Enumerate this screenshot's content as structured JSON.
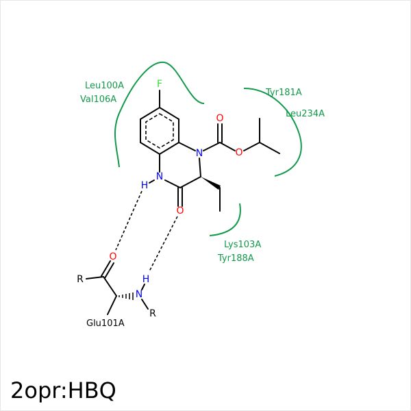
{
  "title": "2opr:HBQ",
  "residues": {
    "hydrophobic_left": [
      "Leu100A",
      "Val106A"
    ],
    "hydrophobic_right": [
      "Tyr181A",
      "Leu234A"
    ],
    "hydrophobic_bottom": [
      "Lys103A",
      "Tyr188A"
    ],
    "hbond_partner": "Glu101A"
  },
  "atoms": {
    "F": "F",
    "N": "N",
    "O": "O",
    "H": "H",
    "R": "R"
  },
  "colors": {
    "hydrophobic": "#11994a",
    "nitrogen": "#0000ff",
    "oxygen": "#ff0000",
    "fluorine": "#33dd33",
    "bond": "#000000"
  }
}
